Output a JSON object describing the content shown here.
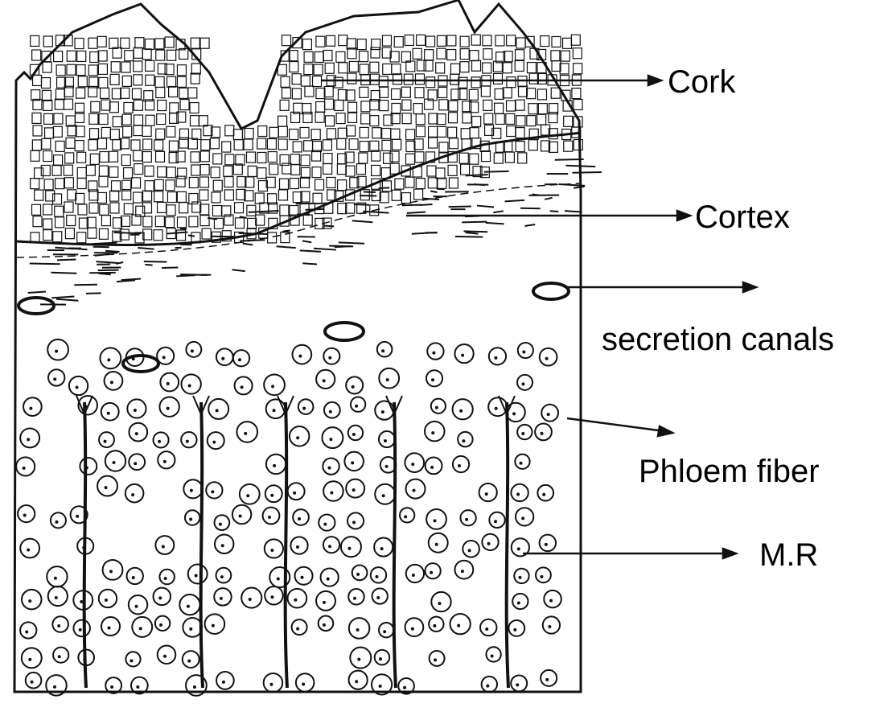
{
  "diagram": {
    "labels": {
      "cork": "Cork",
      "cortex": "Cortex",
      "secretion_canals": "secretion canals",
      "phloem_fiber": "Phloem fiber",
      "mr": "M.R"
    },
    "colors": {
      "ink": "#111111",
      "background": "#ffffff"
    }
  }
}
